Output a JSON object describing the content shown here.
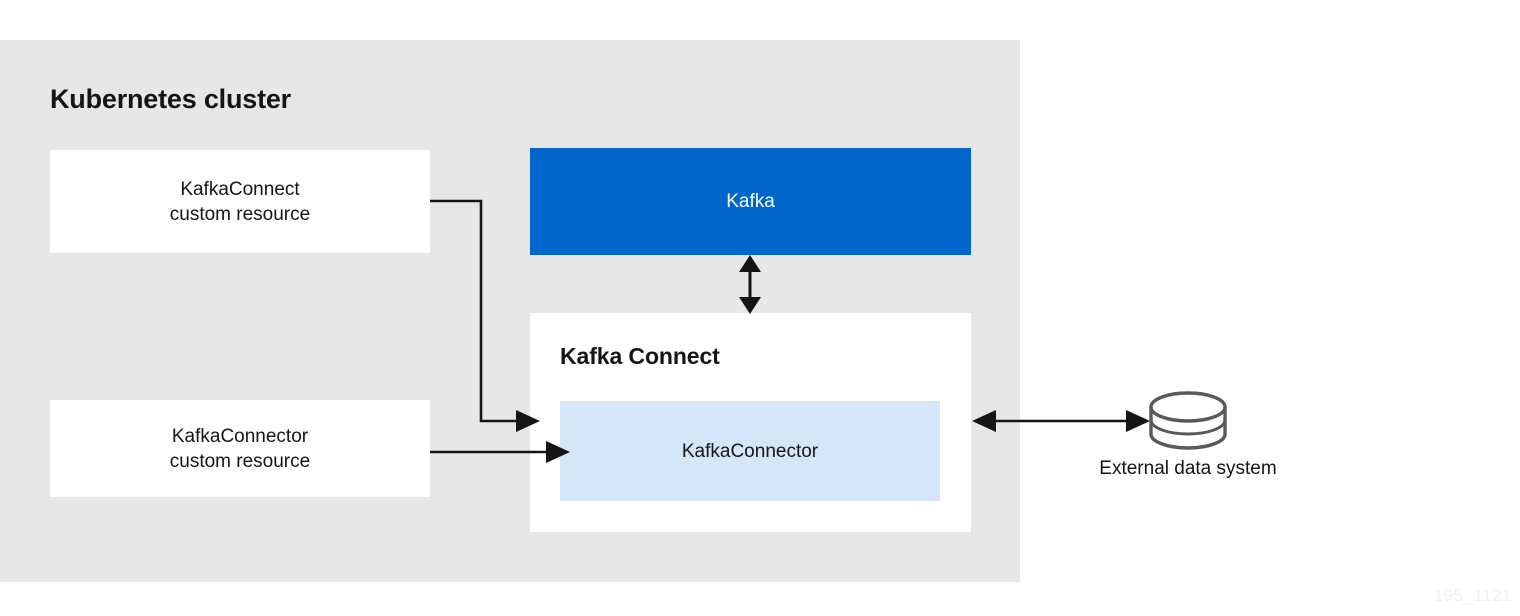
{
  "diagram": {
    "cluster": {
      "title": "Kubernetes cluster",
      "background_color": "#e7e7e7"
    },
    "boxes": {
      "kafkaconnect_cr": {
        "label": "KafkaConnect\ncustom resource",
        "fill": "#ffffff"
      },
      "kafkaconnector_cr": {
        "label": "KafkaConnector\ncustom resource",
        "fill": "#ffffff"
      },
      "kafka": {
        "label": "Kafka",
        "fill": "#0066cc",
        "text_color": "#ffffff"
      },
      "kafka_connect": {
        "title": "Kafka Connect",
        "fill": "#ffffff"
      },
      "kafkaconnector_inner": {
        "label": "KafkaConnector",
        "fill": "#d4e6f7"
      }
    },
    "external": {
      "label": "External data system",
      "shape": "database-cylinder",
      "stroke": "#595959"
    },
    "connectors": [
      {
        "name": "kafkaconnect-cr-to-kafka-connect",
        "from": "KafkaConnect custom resource",
        "to": "Kafka Connect",
        "style": "elbow",
        "arrowheads": "end"
      },
      {
        "name": "kafkaconnector-cr-to-kafkaconnector",
        "from": "KafkaConnector custom resource",
        "to": "KafkaConnector",
        "style": "straight",
        "arrowheads": "end"
      },
      {
        "name": "kafka-to-kafka-connect",
        "from": "Kafka",
        "to": "Kafka Connect",
        "style": "vertical",
        "arrowheads": "both"
      },
      {
        "name": "kafka-connect-to-external",
        "from": "Kafka Connect",
        "to": "External data system",
        "style": "horizontal",
        "arrowheads": "both"
      }
    ],
    "watermark": "195_1121"
  }
}
